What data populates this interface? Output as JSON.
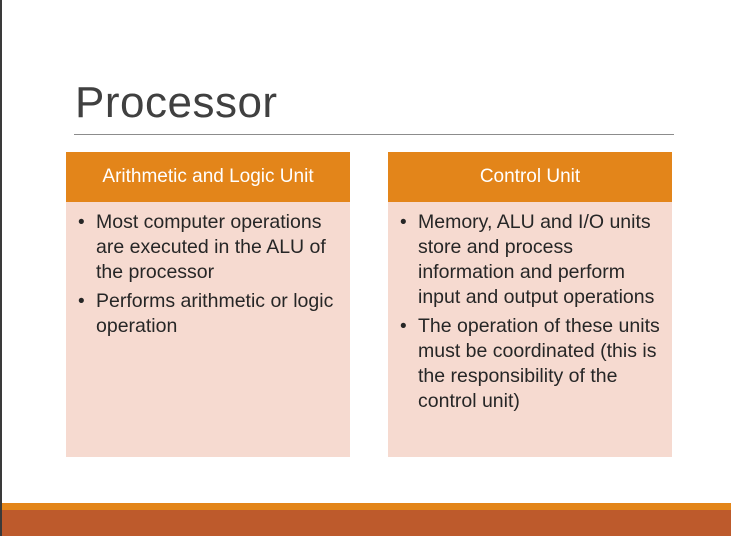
{
  "slide": {
    "title": "Processor"
  },
  "panels": [
    {
      "header": "Arithmetic and Logic Unit",
      "bullets": [
        "Most computer operations are executed in the ALU of the processor",
        "Performs arithmetic or logic operation"
      ]
    },
    {
      "header": "Control Unit",
      "bullets": [
        "Memory, ALU and I/O units store and process information and perform input and output operations",
        "The operation of these units must be coordinated (this is the responsibility of the control unit)"
      ]
    }
  ],
  "bullet_glyph": "•",
  "colors": {
    "header_fill": "#e3851a",
    "body_fill": "#f6dad0",
    "footer_accent": "#e3851a",
    "footer_band": "#bd5a2c",
    "title_text": "#404040"
  }
}
